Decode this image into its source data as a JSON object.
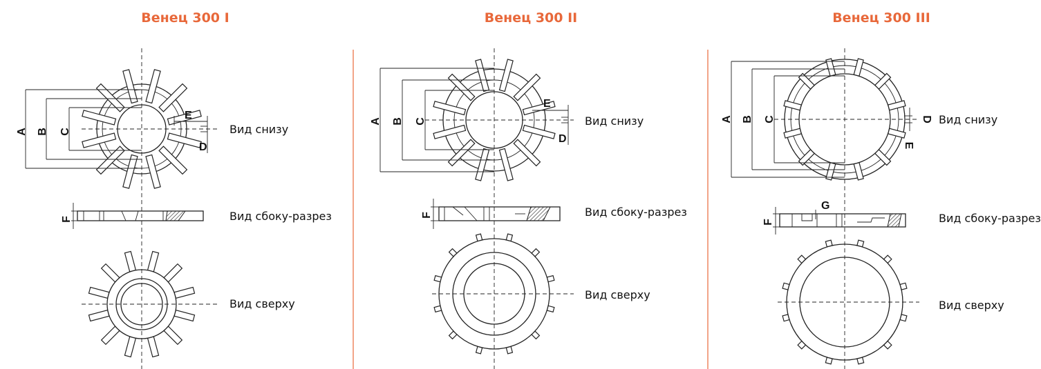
{
  "columns": [
    {
      "title": "Венец 300 I",
      "views": {
        "bottom": "Вид снизу",
        "side": "Вид сбоку-разрез",
        "top": "Вид сверху"
      },
      "dims": {
        "a": "A",
        "b": "B",
        "c": "C",
        "d": "D",
        "e": "E",
        "f": "F"
      }
    },
    {
      "title": "Венец 300 II",
      "views": {
        "bottom": "Вид снизу",
        "side": "Вид сбоку-разрез",
        "top": "Вид сверху"
      },
      "dims": {
        "a": "A",
        "b": "B",
        "c": "C",
        "d": "D",
        "e": "E",
        "f": "F"
      }
    },
    {
      "title": "Венец 300 III",
      "views": {
        "bottom": "Вид снизу",
        "side": "Вид сбоку-разрез",
        "top": "Вид сверху"
      },
      "dims": {
        "a": "A",
        "b": "B",
        "c": "C",
        "d": "D",
        "e": "E",
        "f": "F",
        "g": "G"
      }
    }
  ],
  "colors": {
    "accent": "#e8683a",
    "line": "#222222"
  }
}
